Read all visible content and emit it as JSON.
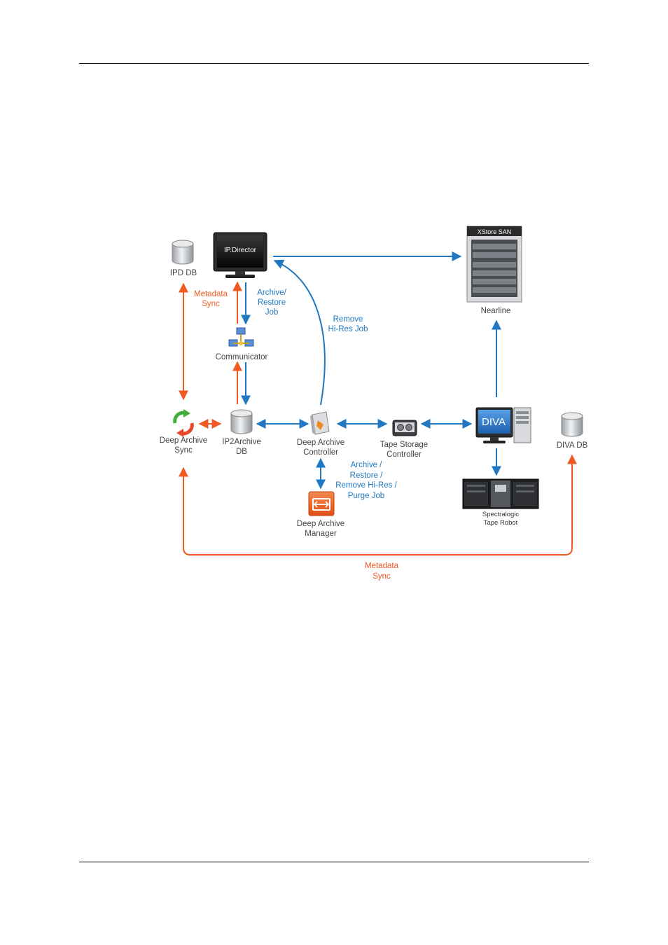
{
  "colors": {
    "blue": "#1f78c1",
    "orange": "#f05a22"
  },
  "nodes": {
    "ipd_db": "IPD DB",
    "ipdirector_screen": "IP.Director",
    "xstore_title": "XStore SAN",
    "nearline": "Nearline",
    "communicator": "Communicator",
    "deep_archive_sync": [
      "Deep Archive",
      "Sync"
    ],
    "ip2archive_db": [
      "IP2Archive",
      "DB"
    ],
    "deep_archive_controller": [
      "Deep Archive",
      "Controller"
    ],
    "tape_storage_controller": [
      "Tape Storage",
      "Controller"
    ],
    "diva_screen": "DIVA",
    "diva_db": "DIVA DB",
    "tape_robot": [
      "Spectralogic",
      "Tape Robot"
    ],
    "deep_archive_manager": [
      "Deep Archive",
      "Manager"
    ]
  },
  "edge_labels": {
    "metadata_sync_top": [
      "Metadata",
      "Sync"
    ],
    "archive_restore_job": [
      "Archive/",
      "Restore",
      "Job"
    ],
    "remove_hires_job": [
      "Remove",
      "Hi-Res Job"
    ],
    "archive_restore_remove_purge": [
      "Archive /",
      "Restore /",
      "Remove Hi-Res /",
      "Purge Job"
    ],
    "metadata_sync_bottom": [
      "Metadata",
      "Sync"
    ]
  }
}
